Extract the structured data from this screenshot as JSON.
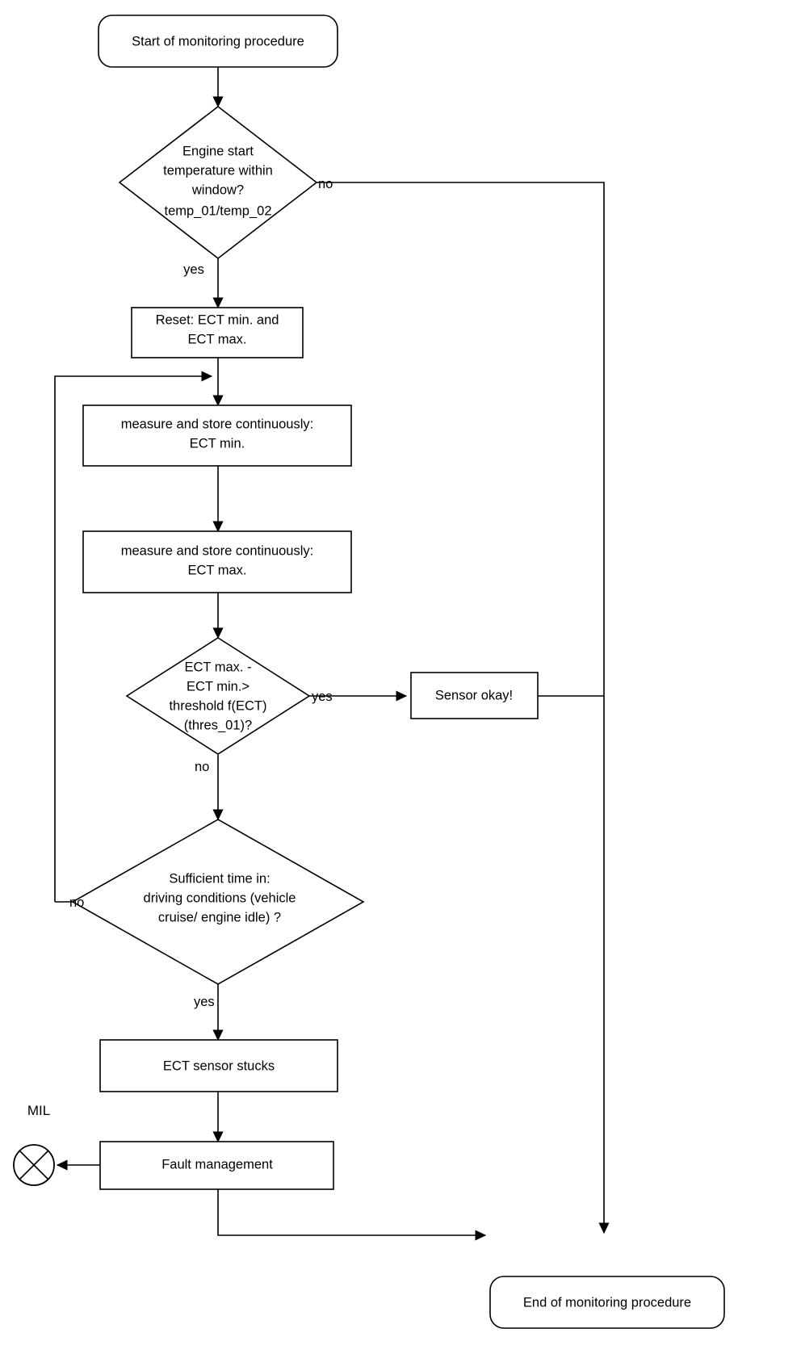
{
  "diagram": {
    "title": "ECT sensor monitoring procedure flowchart",
    "colors": {
      "background": "#ffffff",
      "stroke": "#000000",
      "fill": "#ffffff"
    },
    "nodes": {
      "start": {
        "type": "terminator",
        "label": "Start of monitoring procedure"
      },
      "temp_window": {
        "type": "decision",
        "line1": "Engine start",
        "line2": "temperature within",
        "line3": "window?",
        "line4": "temp_01/temp_02"
      },
      "reset": {
        "type": "process",
        "line1": "Reset: ECT min. and",
        "line2": "ECT max."
      },
      "measure_min": {
        "type": "process",
        "line1": "measure and store continuously:",
        "line2": "ECT min."
      },
      "measure_max": {
        "type": "process",
        "line1": "measure and store continuously:",
        "line2": "ECT max."
      },
      "threshold": {
        "type": "decision",
        "line1": "ECT max. -",
        "line2": "ECT min.>",
        "line3": "threshold f(ECT)",
        "line4": "(thres_01)?"
      },
      "sensor_okay": {
        "type": "process",
        "label": "Sensor okay!"
      },
      "sufficient_time": {
        "type": "decision",
        "line1": "Sufficient time in:",
        "line2": "driving conditions (vehicle",
        "line3": "cruise/ engine idle) ?"
      },
      "sensor_stucks": {
        "type": "process",
        "label": "ECT sensor stucks"
      },
      "fault_management": {
        "type": "process",
        "label": "Fault management"
      },
      "mil": {
        "type": "indicator",
        "label": "MIL",
        "icon": "circle-cross-icon"
      },
      "end": {
        "type": "terminator",
        "label": "End of monitoring procedure"
      }
    },
    "edge_labels": {
      "temp_window_no": "no",
      "temp_window_yes": "yes",
      "threshold_yes": "yes",
      "threshold_no": "no",
      "sufficient_time_no": "no",
      "sufficient_time_yes": "yes"
    }
  }
}
